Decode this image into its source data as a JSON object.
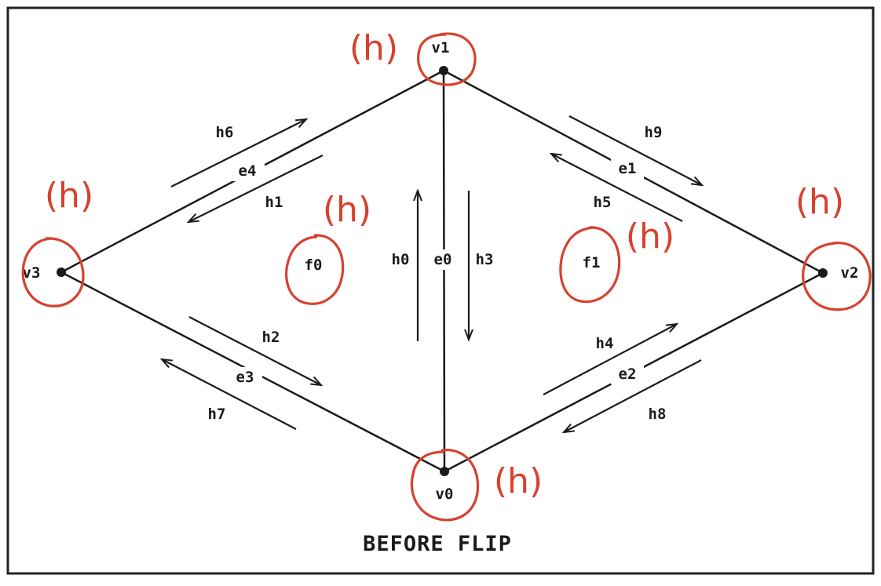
{
  "caption": "BEFORE FLIP",
  "vertices": {
    "v0": "v0",
    "v1": "v1",
    "v2": "v2",
    "v3": "v3"
  },
  "edges": {
    "e0": "e0",
    "e1": "e1",
    "e2": "e2",
    "e3": "e3",
    "e4": "e4"
  },
  "halfedges": {
    "h0": "h0",
    "h1": "h1",
    "h2": "h2",
    "h3": "h3",
    "h4": "h4",
    "h5": "h5",
    "h6": "h6",
    "h7": "h7",
    "h8": "h8",
    "h9": "h9"
  },
  "faces": {
    "f0": "f0",
    "f1": "f1"
  },
  "annotations": {
    "mark": "(h)"
  },
  "colors": {
    "ink": "#1a1a1a",
    "annotation": "#d8412f",
    "frame": "#222222"
  }
}
